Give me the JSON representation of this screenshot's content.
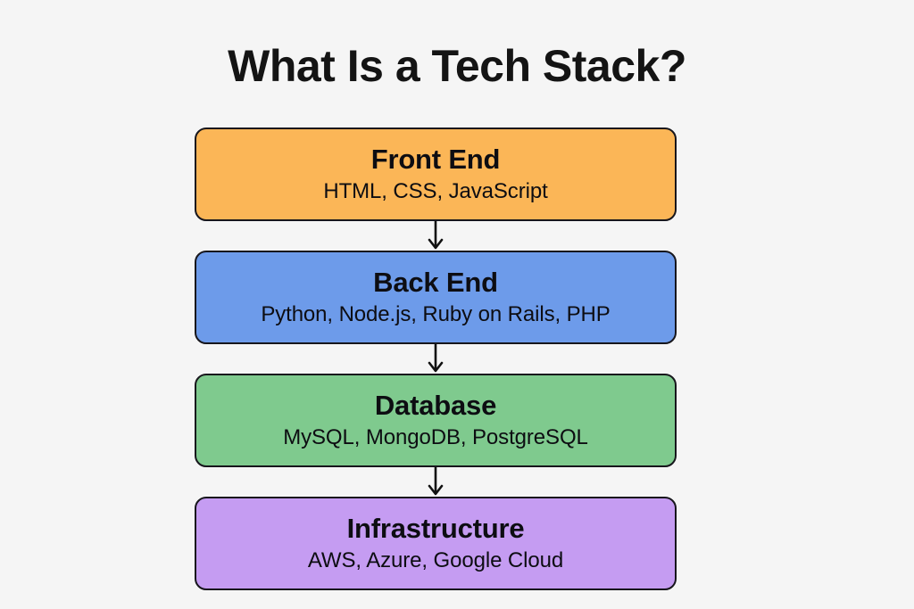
{
  "page": {
    "background_color": "#f5f5f5",
    "title": "What Is a Tech Stack?",
    "title_color": "#141414"
  },
  "diagram": {
    "type": "vertical-flow",
    "connector_icon": "down-arrow-icon",
    "connector_color": "#111111",
    "border_color": "#17161c",
    "layers": [
      {
        "name": "front-end",
        "title": "Front End",
        "subtitle": "HTML, CSS, JavaScript",
        "color": "#fbb657"
      },
      {
        "name": "back-end",
        "title": "Back End",
        "subtitle": "Python, Node.js, Ruby on Rails, PHP",
        "color": "#6d9bea"
      },
      {
        "name": "database",
        "title": "Database",
        "subtitle": "MySQL, MongoDB, PostgreSQL",
        "color": "#7fca8e"
      },
      {
        "name": "infrastructure",
        "title": "Infrastructure",
        "subtitle": "AWS, Azure, Google Cloud",
        "color": "#c59cf2"
      }
    ]
  }
}
